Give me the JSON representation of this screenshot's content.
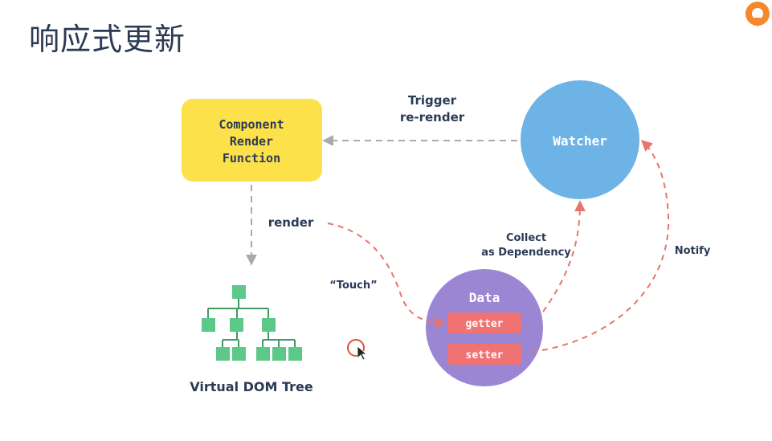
{
  "title": "响应式更新",
  "nodes": {
    "component": {
      "lines": [
        "Component",
        "Render",
        "Function"
      ]
    },
    "watcher": {
      "label": "Watcher"
    },
    "data": {
      "label": "Data",
      "getter": "getter",
      "setter": "setter"
    },
    "vdom": {
      "label": "Virtual DOM Tree"
    }
  },
  "edges": {
    "trigger": [
      "Trigger",
      "re-render"
    ],
    "render": "render",
    "touch": "“Touch”",
    "collect": [
      "Collect",
      "as Dependency"
    ],
    "notify": "Notify"
  },
  "colors": {
    "component": "#fde14a",
    "watcher": "#6eb3e6",
    "data": "#9b86d4",
    "pill": "#f07272",
    "tree": "#5cc98a",
    "arrow_gray": "#aaaaaa",
    "arrow_red": "#e8746b",
    "text": "#2b3a55",
    "logo": "#f5882a"
  },
  "icons": [
    "logo-icon",
    "cursor-icon"
  ]
}
